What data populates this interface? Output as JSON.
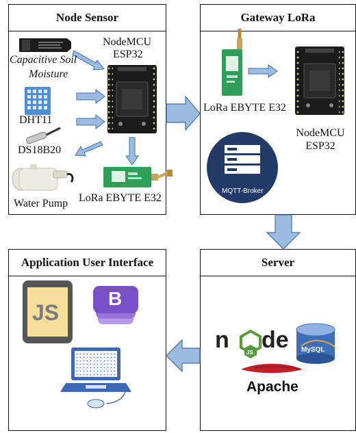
{
  "boxes": {
    "node_sensor": {
      "title": "Node Sensor"
    },
    "gateway": {
      "title": "Gateway LoRa"
    },
    "app": {
      "title": "Application User Interface"
    },
    "server": {
      "title": "Server"
    }
  },
  "node_sensor": {
    "nodemcu_label_1": "NodeMCU",
    "nodemcu_label_2": "ESP32",
    "soil_label_1": "Capacitive Soil",
    "soil_label_2": "Moisture",
    "dht_label": "DHT11",
    "ds_label": "DS18B20",
    "pump_label": "Water Pump",
    "lora_label": "LoRa EBYTE E32"
  },
  "gateway": {
    "lora_label": "LoRa EBYTE E32",
    "nodemcu_label_1": "NodeMCU",
    "nodemcu_label_2": "ESP32",
    "mqtt_label": "MQTT-Broker"
  },
  "server": {
    "node_word_1": "n",
    "node_word_2": "de",
    "node_js_badge": "JS",
    "mysql_label": "MySQL",
    "apache_label": "Apache"
  },
  "app": {
    "js_label": "JS",
    "bootstrap_label": "B"
  },
  "colors": {
    "arrow_fill": "#9bbbe0",
    "arrow_stroke": "#3f6fa8",
    "board_black": "#1b1b1b",
    "lora_green": "#2f9e58",
    "mqtt_blue": "#233a66",
    "js_yellow": "#f5dd9a",
    "bootstrap_purple": "#7a4fc7",
    "mysql_blue": "#3d6fb8",
    "apache_red": "#c4202a",
    "laptop_blue": "#3d68b3"
  }
}
